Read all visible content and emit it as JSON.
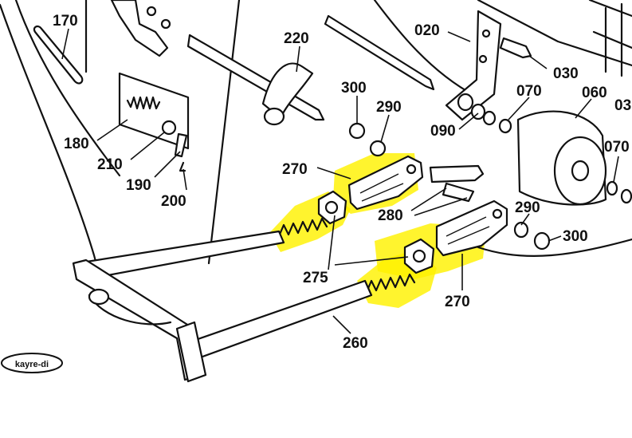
{
  "diagram": {
    "callouts": {
      "p170": "170",
      "p220": "220",
      "p020": "020",
      "p030": "030",
      "p300a": "300",
      "p290a": "290",
      "p070a": "070",
      "p060": "060",
      "p03x": "03",
      "p180": "180",
      "p090": "090",
      "p070b": "070",
      "p210": "210",
      "p270a": "270",
      "p190": "190",
      "p200": "200",
      "p280": "280",
      "p290b": "290",
      "p300b": "300",
      "p275": "275",
      "p270b": "270",
      "p260": "260"
    },
    "stamp_text": "kayre-di",
    "highlight_color": "#fff200"
  }
}
